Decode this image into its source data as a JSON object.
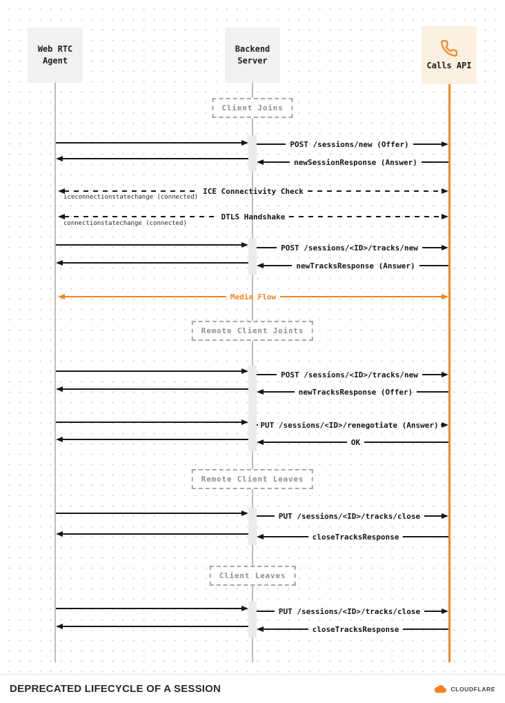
{
  "actors": {
    "webrtc": {
      "line1": "Web RTC",
      "line2": "Agent"
    },
    "backend": {
      "line1": "Backend",
      "line2": "Server"
    },
    "calls": {
      "label": "Calls API"
    }
  },
  "sections": {
    "client_joins": "Client Joins",
    "remote_client_joins": "Remote Client Joints",
    "remote_client_leaves": "Remote Client Leaves",
    "client_leaves": "Client Leaves"
  },
  "messages": {
    "post_sessions_new": "POST /sessions/new (Offer)",
    "new_session_response": "newSessionResponse (Answer)",
    "ice_check": "ICE Connectivity Check",
    "ice_note": "iceconnectionstatechange (connected)",
    "dtls": "DTLS Handshake",
    "dtls_note": "connectionstatechange (connected)",
    "post_tracks_new_1": "POST /sessions/<ID>/tracks/new",
    "new_tracks_response_answer": "newTracksResponse (Answer)",
    "media_flow": "Media Flow",
    "post_tracks_new_2": "POST /sessions/<ID>/tracks/new",
    "new_tracks_response_offer": "newTracksResponse (Offer)",
    "put_renegotiate": "PUT /sessions/<ID>/renegotiate (Answer)",
    "ok": "OK",
    "put_tracks_close_1": "PUT /sessions/<ID>/tracks/close",
    "close_tracks_response_1": "closeTracksResponse",
    "put_tracks_close_2": "PUT /sessions/<ID>/tracks/close",
    "close_tracks_response_2": "closeTracksResponse"
  },
  "footer": {
    "title": "DEPRECATED LIFECYCLE OF A SESSION",
    "logo_text": "CLOUDFLARE"
  },
  "colors": {
    "accent_orange": "#F6821F",
    "line_black": "#161616"
  }
}
